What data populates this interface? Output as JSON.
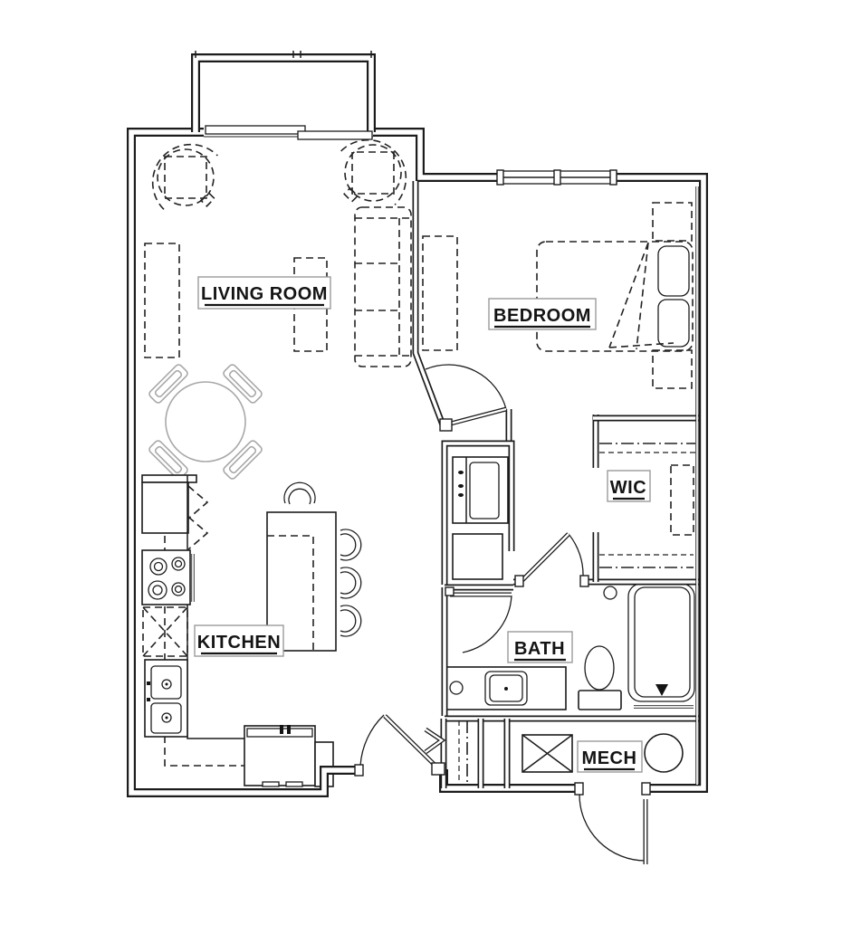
{
  "plan": {
    "title": "one-bedroom apartment floor plan",
    "rooms": [
      {
        "id": "living-room",
        "label": "LIVING ROOM",
        "fixtures": [
          "lounge-chair",
          "lounge-chair",
          "sofa",
          "media-console",
          "wall-console",
          "dining-table-with-4-chairs",
          "balcony-sliding-door"
        ]
      },
      {
        "id": "bedroom",
        "label": "BEDROOM",
        "fixtures": [
          "bed-with-turned-down-corner",
          "pillows",
          "nightstand",
          "nightstand",
          "dresser",
          "double-window"
        ]
      },
      {
        "id": "wic",
        "label": "WIC",
        "fixtures": [
          "closet-rod",
          "closet-rod",
          "shelf"
        ]
      },
      {
        "id": "kitchen",
        "label": "KITCHEN",
        "fixtures": [
          "refrigerator",
          "range-4-burners",
          "dishwasher",
          "double-sink",
          "island-with-4-stools",
          "built-in-counter"
        ]
      },
      {
        "id": "bath",
        "label": "BATH",
        "fixtures": [
          "vanity-sink",
          "toilet",
          "bathtub"
        ]
      },
      {
        "id": "mech",
        "label": "MECH",
        "fixtures": [
          "hvac-unit",
          "water-heater"
        ]
      }
    ],
    "hall_fixtures": [
      "stacked-washer-dryer",
      "entry-coat-closet",
      "entry-door"
    ],
    "colors": {
      "line": "#1c1c1c",
      "furniture_gray": "#a8a8a8",
      "label_box_border": "#9b9b9b",
      "background": "#ffffff"
    }
  }
}
